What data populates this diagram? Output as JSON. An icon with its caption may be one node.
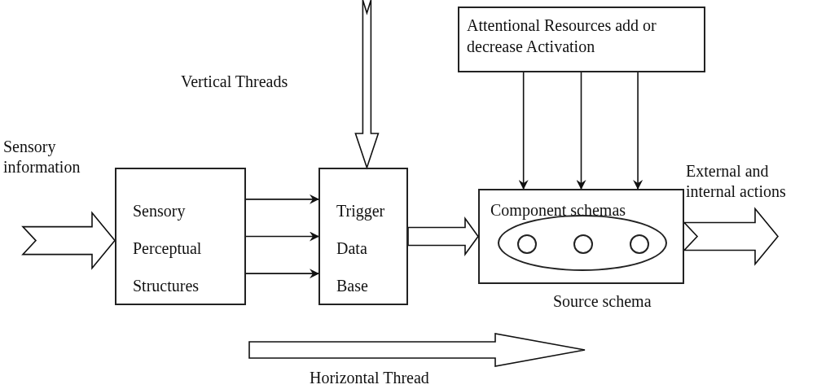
{
  "diagram": {
    "nodes": [
      {
        "text": [
          "Sensory Perceptual Structures"
        ]
      },
      {
        "text": [
          "Trigger Data Base"
        ]
      },
      {
        "text": [
          "Attentional Resources add or decrease Activation"
        ]
      },
      {
        "text": [
          "Component schemas"
        ],
        "beside": [
          "Source schema"
        ]
      },
      {
        "text": [],
        "shape": "ellipse",
        "in": 3
      },
      {
        "text": [],
        "shape": "circle",
        "in": 4
      },
      {
        "text": [],
        "shape": "circle",
        "in": 4
      },
      {
        "text": [],
        "shape": "circle",
        "in": 4
      }
    ],
    "edges": [
      {
        "from": null,
        "to": 0,
        "arrow": "to",
        "label": "Sensory information",
        "style": "thick"
      },
      {
        "from": 0,
        "to": 1,
        "arrow": "to"
      },
      {
        "from": 0,
        "to": 1,
        "arrow": "to"
      },
      {
        "from": 0,
        "to": 1,
        "arrow": "to"
      },
      {
        "from": null,
        "to": 1,
        "arrow": "to",
        "label": "Vertical Threads",
        "style": "thick"
      },
      {
        "from": 1,
        "to": 3,
        "arrow": "to",
        "style": "thick"
      },
      {
        "from": 2,
        "to": 3,
        "arrow": "to"
      },
      {
        "from": 2,
        "to": 3,
        "arrow": "to"
      },
      {
        "from": 2,
        "to": 3,
        "arrow": "to"
      },
      {
        "from": 3,
        "to": null,
        "arrow": "to",
        "label": "External and internal actions",
        "style": "thick"
      }
    ],
    "labels": [
      "Horizontal Thread"
    ]
  }
}
